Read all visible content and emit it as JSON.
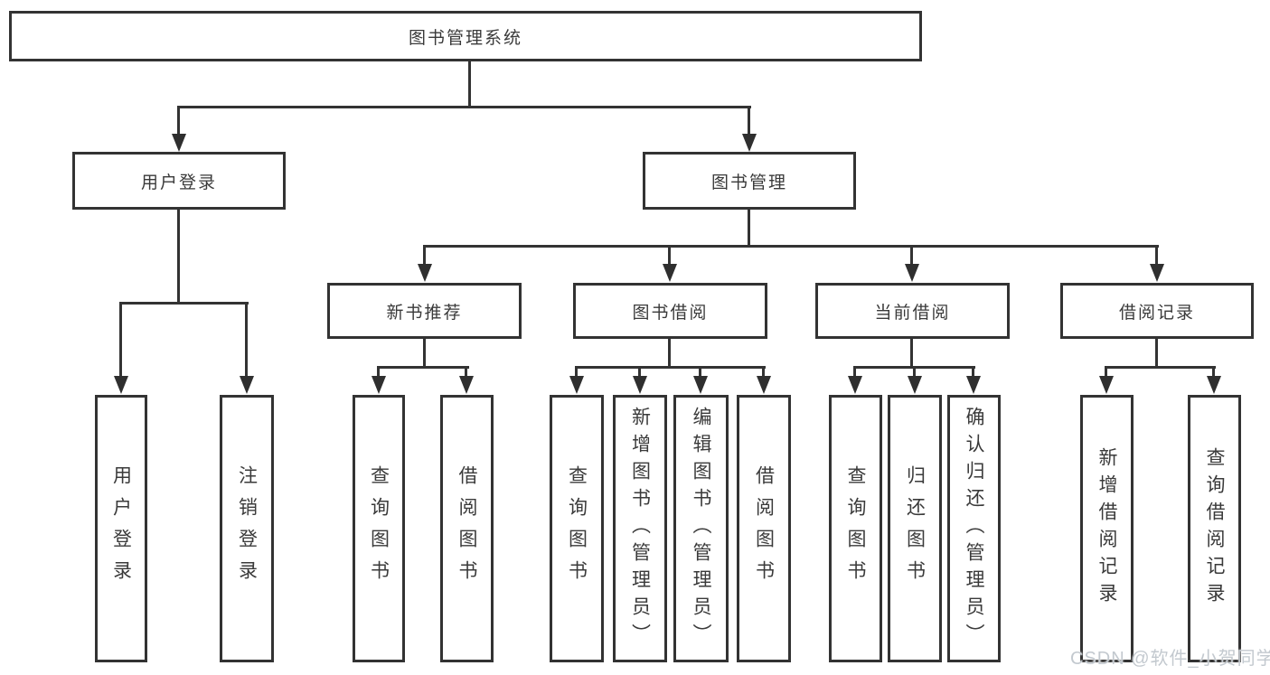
{
  "nodes": {
    "root": {
      "label": "图书管理系统"
    },
    "user_login": {
      "label": "用户登录"
    },
    "book_management": {
      "label": "图书管理"
    },
    "new_book_recommend": {
      "label": "新书推荐"
    },
    "book_borrowing": {
      "label": "图书借阅"
    },
    "current_borrowing": {
      "label": "当前借阅"
    },
    "borrowing_records": {
      "label": "借阅记录"
    },
    "user_login_leaf": {
      "label": "用户登录"
    },
    "logout_leaf": {
      "label": "注销登录"
    },
    "nbr_query_books": {
      "label": "查询图书"
    },
    "nbr_borrow_books": {
      "label": "借阅图书"
    },
    "bb_query_books": {
      "label": "查询图书"
    },
    "bb_add_books": {
      "label": "新增图书（管理员）"
    },
    "bb_edit_books": {
      "label": "编辑图书（管理员）"
    },
    "bb_borrow_books": {
      "label": "借阅图书"
    },
    "cb_query_books": {
      "label": "查询图书"
    },
    "cb_return_books": {
      "label": "归还图书"
    },
    "cb_confirm_return": {
      "label": "确认归还（管理员）"
    },
    "br_add_record": {
      "label": "新增借阅记录"
    },
    "br_query_record": {
      "label": "查询借阅记录"
    }
  },
  "watermark": {
    "text": "CSDN @软件_小贺同学"
  },
  "colors": {
    "line": "#333333",
    "border": "#333333",
    "text": "#3a3a3a",
    "watermark": "#c3c9cf",
    "background": "#ffffff"
  }
}
